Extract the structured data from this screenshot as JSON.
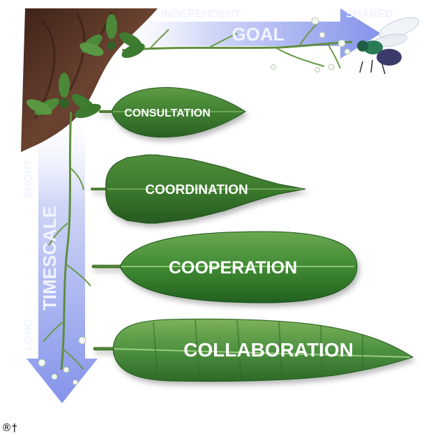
{
  "goal_axis": {
    "start_label": "INDEPENDENT",
    "title": "GOAL",
    "end_label": "SHARED"
  },
  "timescale_axis": {
    "start_label": "SHORT",
    "title": "TIMESCALE",
    "end_label": "LONG"
  },
  "levels": [
    {
      "label": "CONSULTATION"
    },
    {
      "label": "COORDINATION"
    },
    {
      "label": "COOPERATION"
    },
    {
      "label": "COLLABORATION"
    }
  ],
  "footer_mark": "®†",
  "colors": {
    "arrow_start": "#ffffff",
    "arrow_end": "#8f9bec",
    "arrow_label": "#f2f4ff",
    "bark": "#5a3424",
    "leaf_dark": "#2a6b25",
    "leaf_light": "#7fb75a",
    "stem": "#5f8d3e",
    "bee_body": "#2a7a55"
  }
}
